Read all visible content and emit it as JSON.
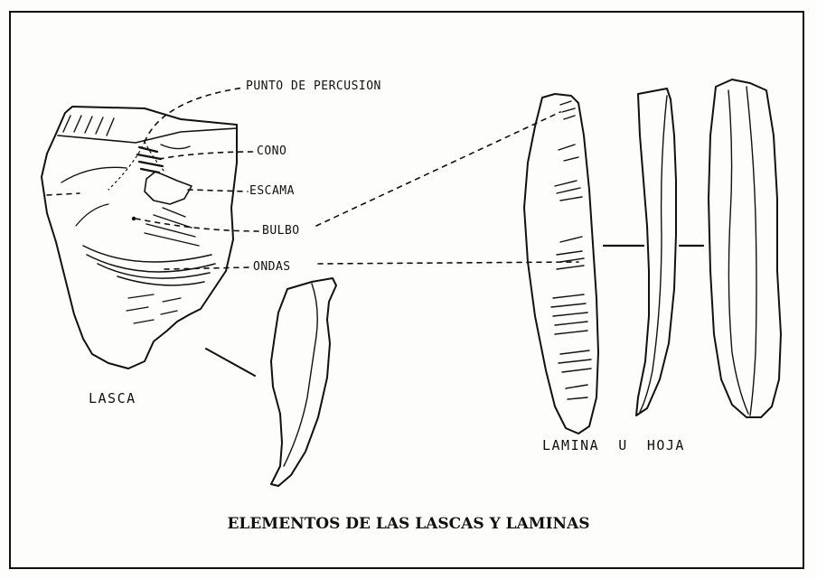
{
  "labels": {
    "punto": "PUNTO DE PERCUSION",
    "cono": "CONO",
    "escama": "ESCAMA",
    "bulbo": "BULBO",
    "ondas": "ONDAS",
    "lasca": "LASCA",
    "lamina": "LAMINA  U  HOJA"
  },
  "caption": "ELEMENTOS DE LAS LASCAS Y  LAMINAS",
  "colors": {
    "ink": "#111111",
    "paper": "#fdfdfb"
  }
}
